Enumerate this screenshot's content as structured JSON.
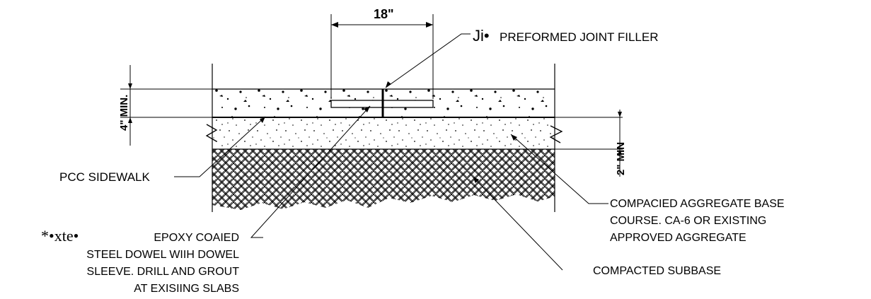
{
  "drawing": {
    "dimensions": {
      "dowel_spacing": "18\"",
      "slab_thickness": "4\" MIN.",
      "base_thickness": "2\" MIN"
    },
    "labels": {
      "joint_filler_prefix": "Ji•",
      "joint_filler": "PREFORMED JOINT FILLER",
      "sidewalk": "PCC SIDEWALK",
      "aggregate_base": [
        "COMPACIED   AGGREGATE BASE",
        "COURSE. CA-6 OR EXISTING",
        "APPROVED AGGREGATE"
      ],
      "dowel_prefix": "*•xte•",
      "dowel": [
        "EPOXY COAIED",
        "STEEL DOWEL WIIH DOWEL",
        "SLEEVE. DRILL AND GROUT",
        "AT EXISIING SLABS"
      ],
      "subbase": "COMPACTED  SUBBASE"
    },
    "colors": {
      "line": "#000000",
      "background": "#ffffff"
    }
  }
}
